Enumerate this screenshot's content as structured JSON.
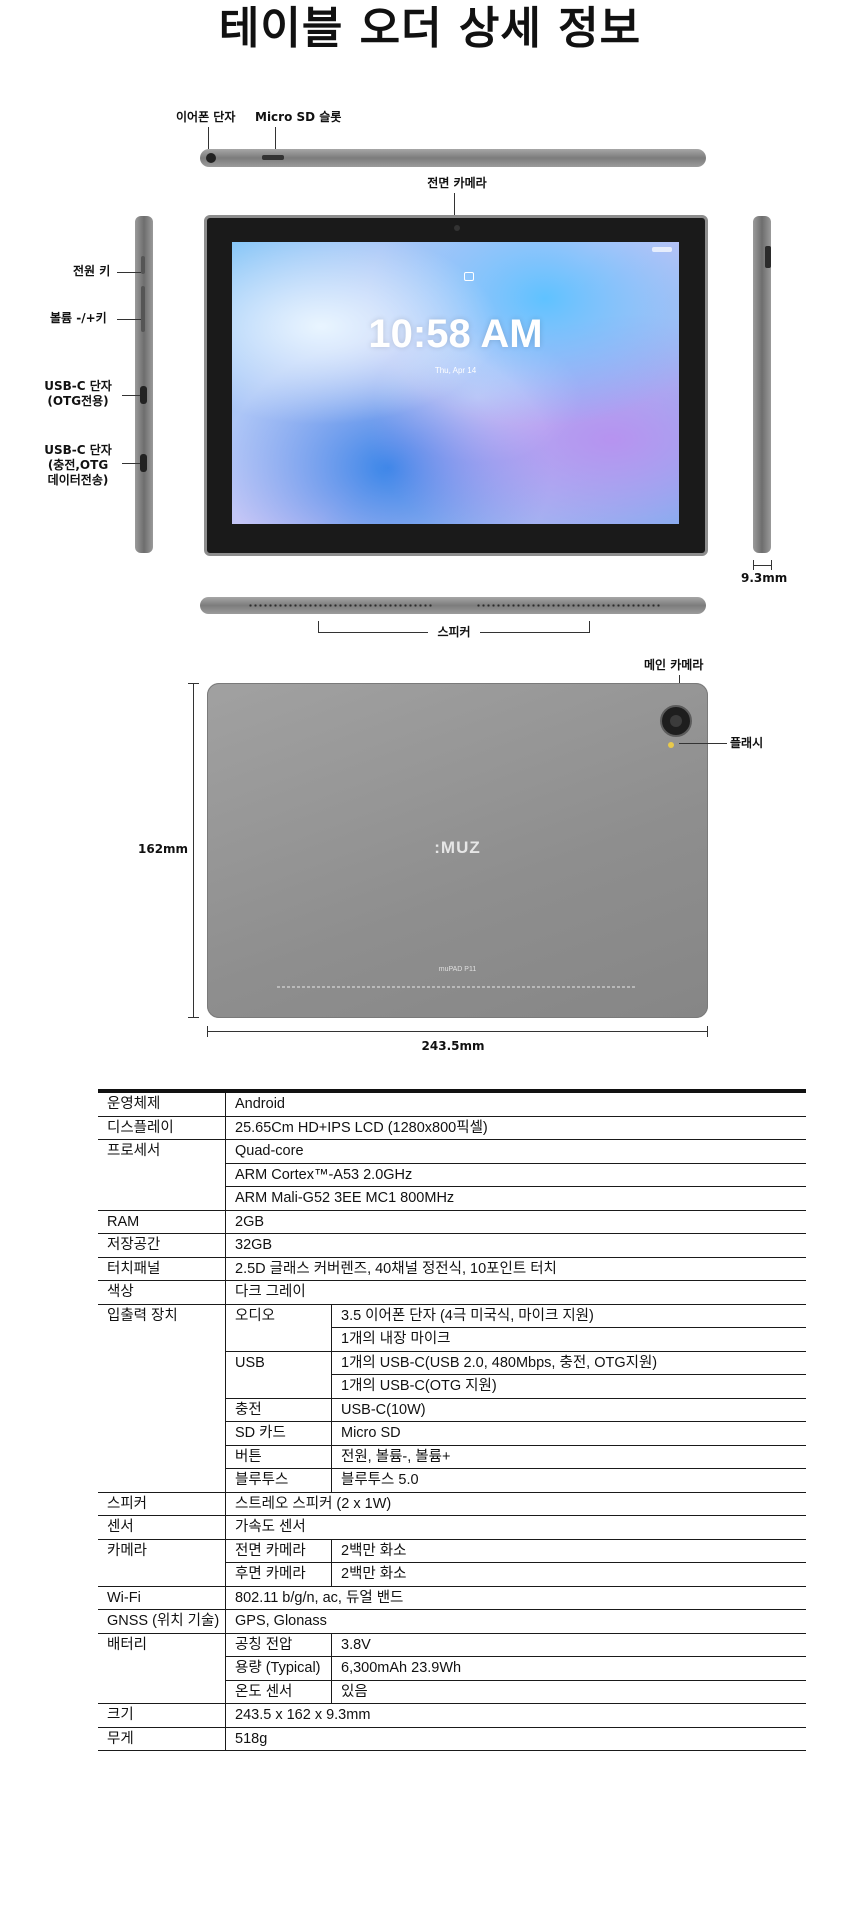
{
  "title": "테이블 오더 상세 정보",
  "labels": {
    "earphone_jack": "이어폰 단자",
    "micro_sd_slot": "Micro SD 슬롯",
    "front_camera": "전면 카메라",
    "power_key": "전원 키",
    "volume_key": "볼륨 -/+키",
    "usbc_otg": "USB-C 단자\n(OTG전용)",
    "usbc_charge": "USB-C 단자\n(충전,OTG\n데이터전송)",
    "thickness": "9.3mm",
    "speaker": "스피커",
    "main_camera": "메인 카메라",
    "flash": "플래시",
    "height": "162mm",
    "width": "243.5mm"
  },
  "screen": {
    "time": "10:58 AM",
    "date": "Thu, Apr 14"
  },
  "back": {
    "logo": ":MUZ",
    "model": "muPAD P11"
  },
  "spec": {
    "os": {
      "key": "운영체제",
      "value": "Android"
    },
    "display": {
      "key": "디스플레이",
      "value": "25.65Cm HD+IPS LCD (1280x800픽셀)"
    },
    "processor": {
      "key": "프로세서",
      "values": [
        "Quad-core",
        "ARM Cortex™-A53 2.0GHz",
        "ARM Mali-G52 3EE MC1 800MHz"
      ]
    },
    "ram": {
      "key": "RAM",
      "value": "2GB"
    },
    "storage": {
      "key": "저장공간",
      "value": "32GB"
    },
    "touch": {
      "key": "터치패널",
      "value": "2.5D 글래스 커버렌즈, 40채널 정전식, 10포인트 터치"
    },
    "color": {
      "key": "색상",
      "value": "다크 그레이"
    },
    "io": {
      "key": "입출력 장치",
      "audio": {
        "sub": "오디오",
        "values": [
          "3.5 이어폰 단자 (4극 미국식, 마이크 지원)",
          "1개의 내장 마이크"
        ]
      },
      "usb": {
        "sub": "USB",
        "values": [
          "1개의 USB-C(USB 2.0, 480Mbps, 충전, OTG지원)",
          "1개의 USB-C(OTG 지원)"
        ]
      },
      "charge": {
        "sub": "충전",
        "value": "USB-C(10W)"
      },
      "sd": {
        "sub": "SD 카드",
        "value": "Micro SD"
      },
      "button": {
        "sub": "버튼",
        "value": "전원, 볼륨-, 볼륨+"
      },
      "bluetooth": {
        "sub": "블루투스",
        "value": "블루투스 5.0"
      }
    },
    "speaker": {
      "key": "스피커",
      "value": "스트레오 스피커 (2 x 1W)"
    },
    "sensor": {
      "key": "센서",
      "value": "가속도 센서"
    },
    "camera": {
      "key": "카메라",
      "front": {
        "sub": "전면 카메라",
        "value": "2백만 화소"
      },
      "rear": {
        "sub": "후면 카메라",
        "value": "2백만 화소"
      }
    },
    "wifi": {
      "key": "Wi-Fi",
      "value": "802.11 b/g/n, ac, 듀얼 밴드"
    },
    "gnss": {
      "key": "GNSS (위치 기술)",
      "value": "GPS, Glonass"
    },
    "battery": {
      "key": "배터리",
      "voltage": {
        "sub": "공칭 전압",
        "value": "3.8V"
      },
      "capacity": {
        "sub": "용량 (Typical)",
        "value": "6,300mAh 23.9Wh"
      },
      "temp": {
        "sub": "온도 센서",
        "value": "있음"
      }
    },
    "size": {
      "key": "크기",
      "value": "243.5 x 162 x 9.3mm"
    },
    "weight": {
      "key": "무게",
      "value": "518g"
    }
  }
}
